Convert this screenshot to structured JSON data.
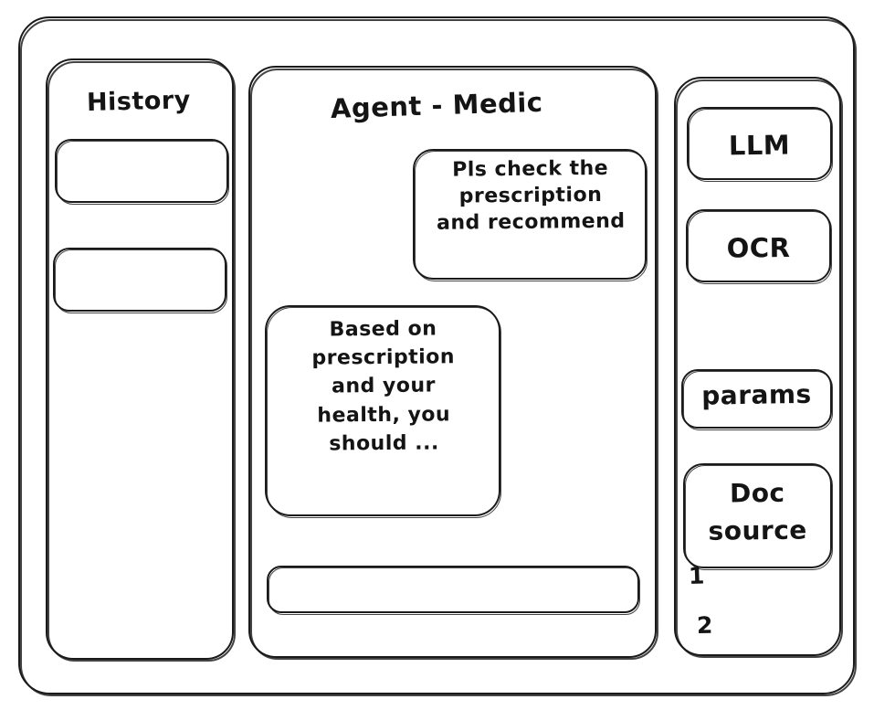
{
  "window": {
    "frame_label": "app-window"
  },
  "history": {
    "title": "History",
    "items": [
      {
        "label": ""
      },
      {
        "label": ""
      }
    ]
  },
  "agent": {
    "title": "Agent - Medic",
    "messages": [
      {
        "role": "user",
        "text": "Pls check the\nprescription\nand recommend"
      },
      {
        "role": "assistant",
        "text": "Based on\nprescription\nand your\nhealth, you\nshould ..."
      }
    ],
    "input": {
      "value": "",
      "placeholder": ""
    }
  },
  "tools": {
    "items": [
      {
        "label": "LLM"
      },
      {
        "label": "OCR"
      },
      {
        "label": "params"
      },
      {
        "label": "Doc\nsource"
      }
    ],
    "doc_sources": [
      {
        "label": "1"
      },
      {
        "label": "2"
      }
    ]
  },
  "style": {
    "stroke_color": "#1a1a1a",
    "text_color": "#141414",
    "background": "#ffffff"
  }
}
